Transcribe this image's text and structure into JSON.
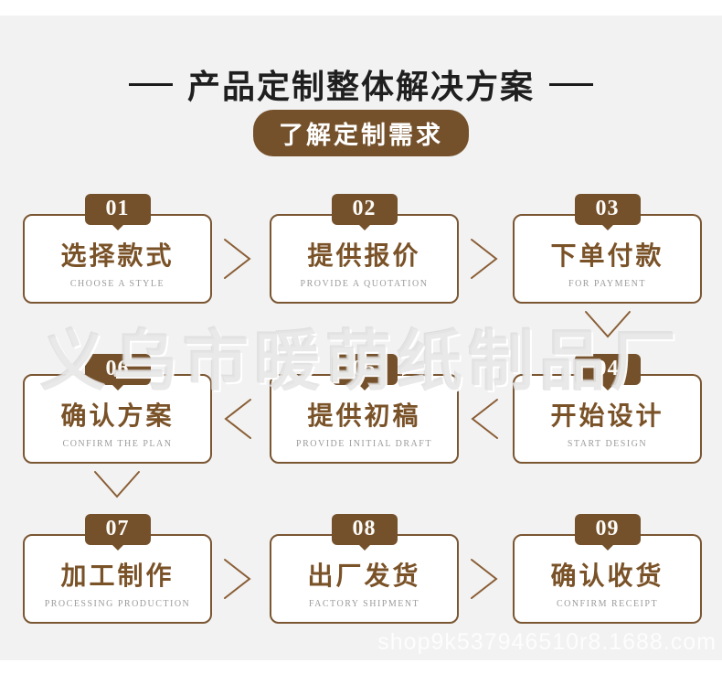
{
  "page": {
    "background_color": "#f2f2f2",
    "accent_color": "#75512b",
    "card_border_color": "#7a5632",
    "step_title_color": "#7a5228",
    "subtitle_color": "#9b9b9b"
  },
  "header": {
    "title": "产品定制整体解决方案",
    "banner": "了解定制需求"
  },
  "steps": [
    {
      "number": "01",
      "title": "选择款式",
      "subtitle": "CHOOSE A STYLE"
    },
    {
      "number": "02",
      "title": "提供报价",
      "subtitle": "PROVIDE A QUOTATION"
    },
    {
      "number": "03",
      "title": "下单付款",
      "subtitle": "FOR PAYMENT"
    },
    {
      "number": "04",
      "title": "开始设计",
      "subtitle": "START DESIGN"
    },
    {
      "number": "05",
      "title": "提供初稿",
      "subtitle": "PROVIDE INITIAL DRAFT"
    },
    {
      "number": "06",
      "title": "确认方案",
      "subtitle": "CONFIRM THE PLAN"
    },
    {
      "number": "07",
      "title": "加工制作",
      "subtitle": "PROCESSING PRODUCTION"
    },
    {
      "number": "08",
      "title": "出厂发货",
      "subtitle": "FACTORY SHIPMENT"
    },
    {
      "number": "09",
      "title": "确认收货",
      "subtitle": "CONFIRM RECEIPT"
    }
  ],
  "watermarks": {
    "center": "义乌市暖萌纸制品厂",
    "bottom": "shop9k537946510r8.1688.com"
  }
}
